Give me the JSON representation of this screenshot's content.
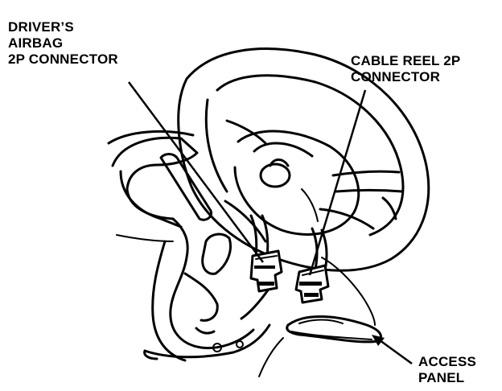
{
  "labels": {
    "driver_airbag_connector": [
      "DRIVER’S",
      "AIRBAG",
      "2P CONNECTOR"
    ],
    "cable_reel_connector": [
      "CABLE REEL 2P",
      "CONNECTOR"
    ],
    "access_panel": [
      "ACCESS",
      "PANEL"
    ]
  }
}
